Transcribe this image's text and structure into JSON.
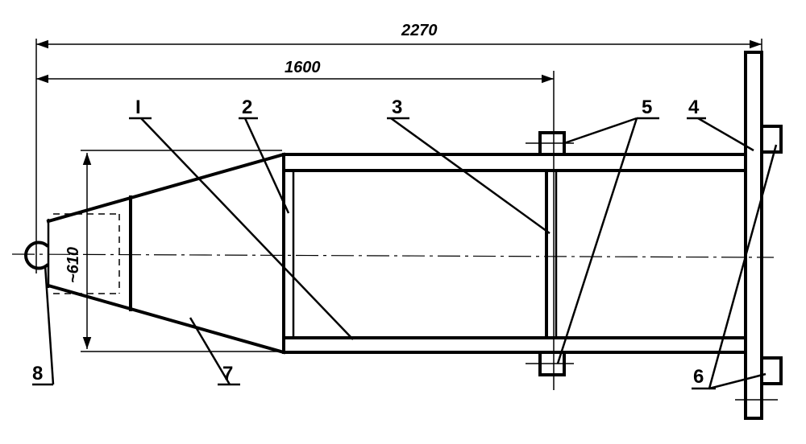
{
  "dimensions": {
    "overall_length": "2270",
    "frame_length": "1600",
    "nose_height": "~610"
  },
  "callouts": {
    "c1": "I",
    "c2": "2",
    "c3": "3",
    "c4": "4",
    "c5": "5",
    "c6": "6",
    "c7": "7",
    "c8": "8"
  }
}
